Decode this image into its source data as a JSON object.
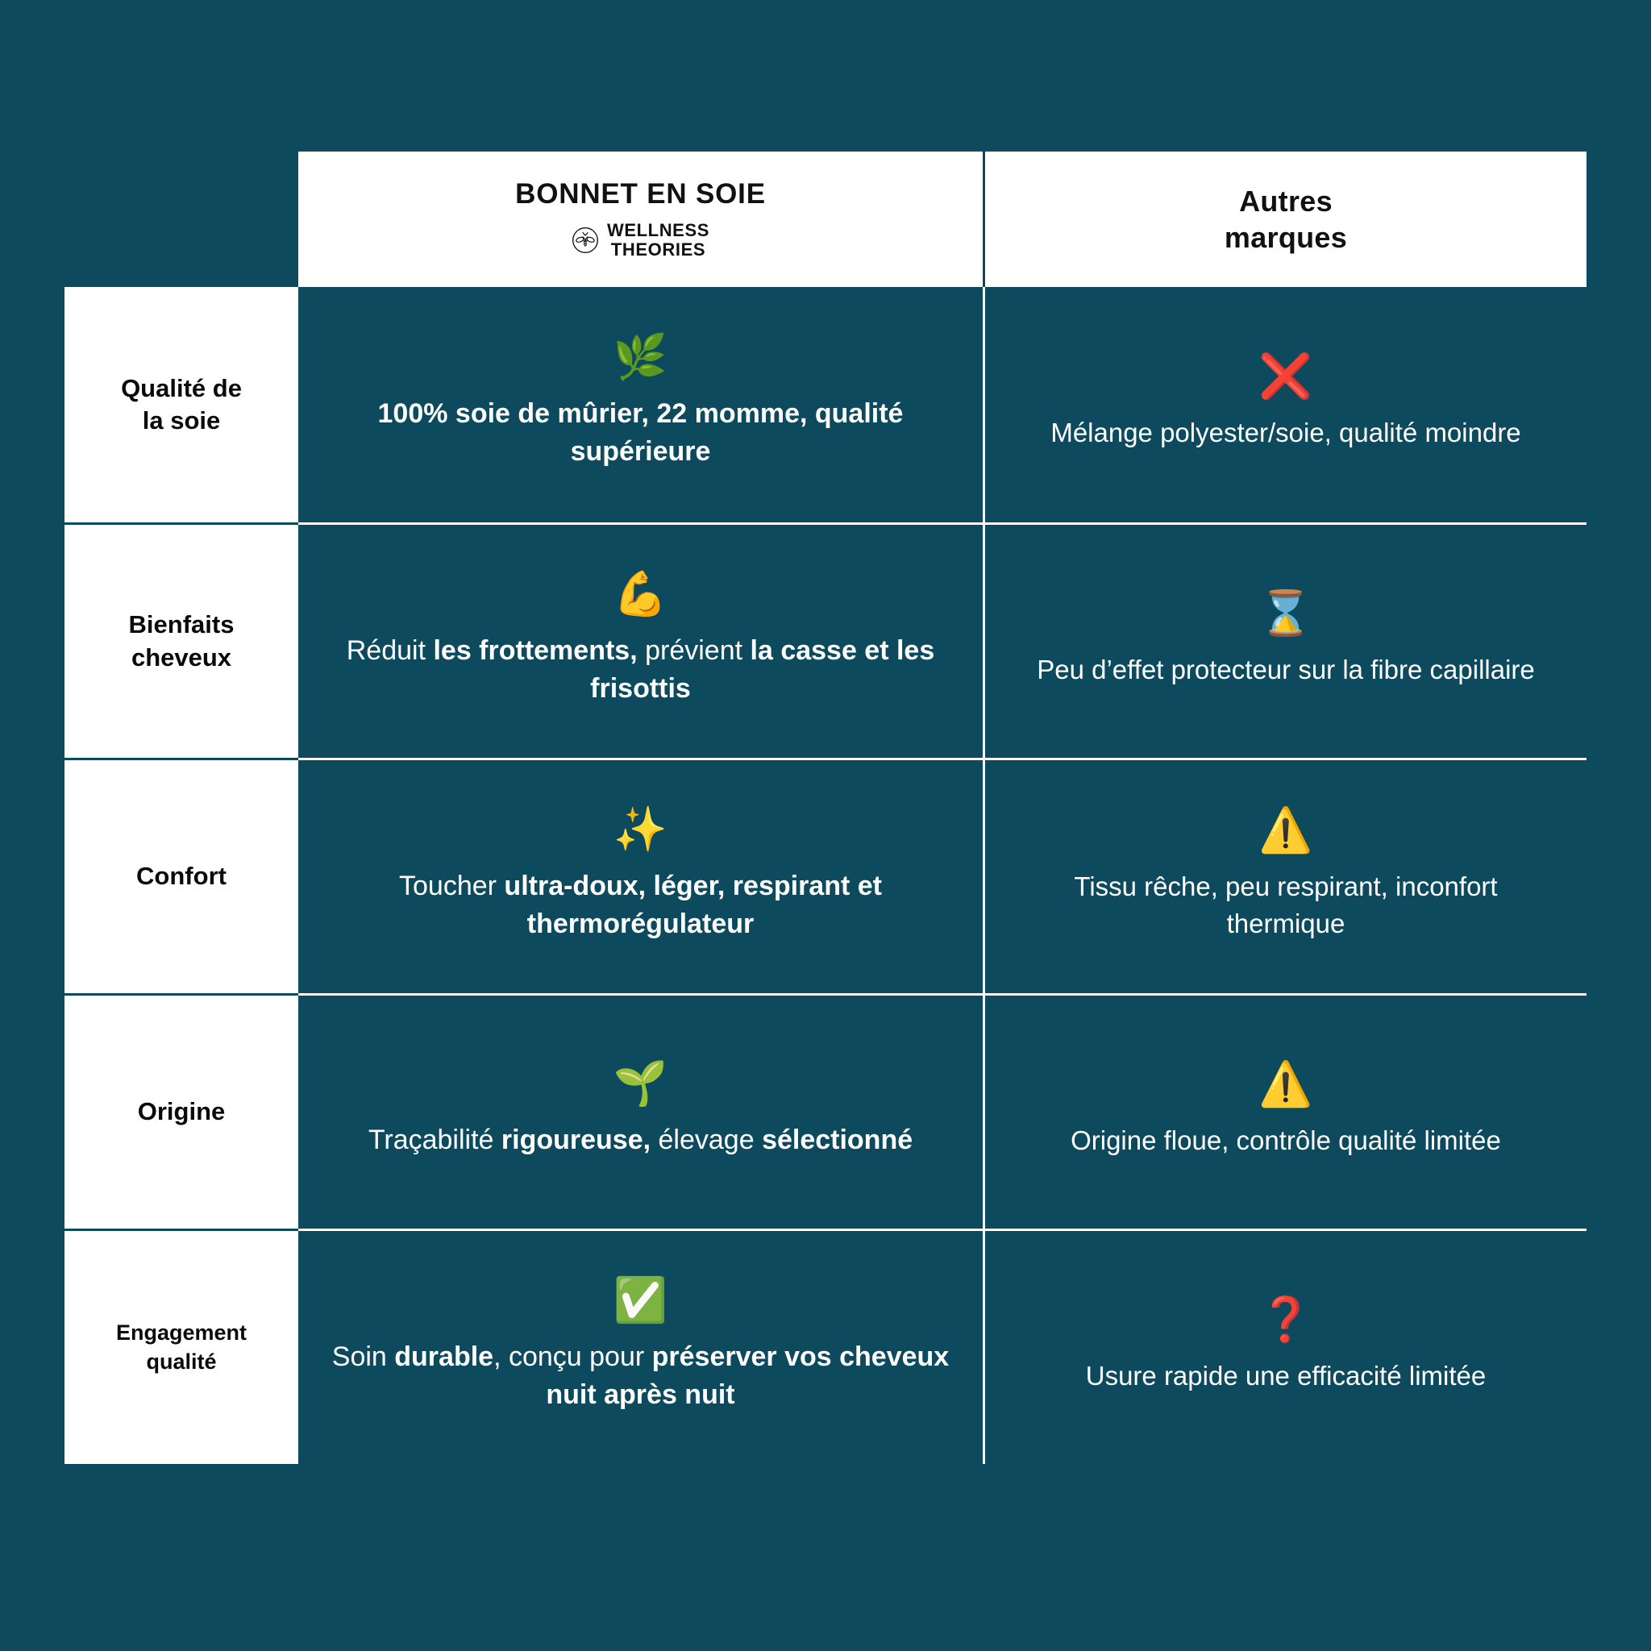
{
  "background_color": "#0d4a5e",
  "panel_color": "#ffffff",
  "text_on_dark": "#ffffff",
  "accent_red": "#e8161a",
  "header": {
    "product_title": "BONNET EN SOIE",
    "brand_line1": "WELLNESS",
    "brand_line2": "THEORIES",
    "brand_logo_icon": "bee-in-circle-icon",
    "competitor_title_line1": "Autres",
    "competitor_title_line2": "marques"
  },
  "rows": [
    {
      "label": "Qualité de\nla soie",
      "label_line1": "Qualité de",
      "label_line2": "la soie",
      "ours": {
        "icon": "herb-leaf-emoji",
        "icon_glyph": "🌿",
        "text_plain": "100% soie de mûrier, 22 momme, qualité supérieure",
        "segments": [
          {
            "t": "100% soie de mûrier, 22 momme, qualité supérieure",
            "b": true
          }
        ],
        "all_bold": true
      },
      "theirs": {
        "icon": "red-cross-mark-emoji",
        "icon_glyph": "❌",
        "text_plain": "Mélange polyester/soie, qualité moindre",
        "segments": [
          {
            "t": "Mélange polyester/soie, qualité moindre",
            "b": false
          }
        ],
        "all_bold": false
      }
    },
    {
      "label_line1": "Bienfaits",
      "label_line2": "cheveux",
      "ours": {
        "icon": "flexed-biceps-emoji",
        "icon_glyph": "💪",
        "text_plain": "Réduit les frottements, prévient la casse et les frisottis",
        "segments": [
          {
            "t": "Réduit ",
            "b": false
          },
          {
            "t": "les frottements,",
            "b": true
          },
          {
            "t": " prévient ",
            "b": false
          },
          {
            "t": "la casse et les frisottis",
            "b": true
          }
        ],
        "all_bold": false
      },
      "theirs": {
        "icon": "hourglass-done-emoji",
        "icon_glyph": "⌛",
        "text_plain": "Peu d’effet protecteur sur la fibre capillaire",
        "segments": [
          {
            "t": "Peu d’effet protecteur sur la fibre capillaire",
            "b": false
          }
        ],
        "all_bold": false
      }
    },
    {
      "label_line1": "Confort",
      "label_line2": "",
      "ours": {
        "icon": "sparkles-emoji",
        "icon_glyph": "✨",
        "text_plain": "Toucher ultra-doux, léger, respirant et thermorégulateur",
        "segments": [
          {
            "t": "Toucher ",
            "b": false
          },
          {
            "t": "ultra-doux, léger, respirant et thermorégulateur",
            "b": true
          }
        ],
        "all_bold": false
      },
      "theirs": {
        "icon": "warning-sign-emoji",
        "icon_glyph": "⚠️",
        "text_plain": "Tissu rêche, peu respirant, inconfort thermique",
        "segments": [
          {
            "t": "Tissu rêche, peu respirant, inconfort thermique",
            "b": false
          }
        ],
        "all_bold": false
      }
    },
    {
      "label_line1": "Origine",
      "label_line2": "",
      "ours": {
        "icon": "seedling-emoji",
        "icon_glyph": "🌱",
        "text_plain": "Traçabilité rigoureuse, élevage sélectionné",
        "segments": [
          {
            "t": "Traçabilité ",
            "b": false
          },
          {
            "t": "rigoureuse,",
            "b": true
          },
          {
            "t": " élevage ",
            "b": false
          },
          {
            "t": "sélectionné",
            "b": true
          }
        ],
        "all_bold": false
      },
      "theirs": {
        "icon": "warning-sign-emoji",
        "icon_glyph": "⚠️",
        "text_plain": "Origine floue, contrôle qualité limitée",
        "segments": [
          {
            "t": "Origine floue, contrôle qualité limitée",
            "b": false
          }
        ],
        "all_bold": false
      }
    },
    {
      "label_line1": "Engagement",
      "label_line2": "qualité",
      "ours": {
        "icon": "white-check-mark-emoji",
        "icon_glyph": "✅",
        "text_plain": "Soin durable, conçu pour préserver vos cheveux nuit après nuit",
        "segments": [
          {
            "t": "Soin ",
            "b": false
          },
          {
            "t": "durable",
            "b": true
          },
          {
            "t": ", conçu pour ",
            "b": false
          },
          {
            "t": "préserver vos cheveux nuit après nuit",
            "b": true
          }
        ],
        "all_bold": false
      },
      "theirs": {
        "icon": "red-question-mark-emoji",
        "icon_glyph": "❓",
        "text_plain": "Usure rapide une efficacité limitée",
        "segments": [
          {
            "t": "Usure rapide une efficacité limitée",
            "b": false
          }
        ],
        "all_bold": false
      }
    }
  ]
}
